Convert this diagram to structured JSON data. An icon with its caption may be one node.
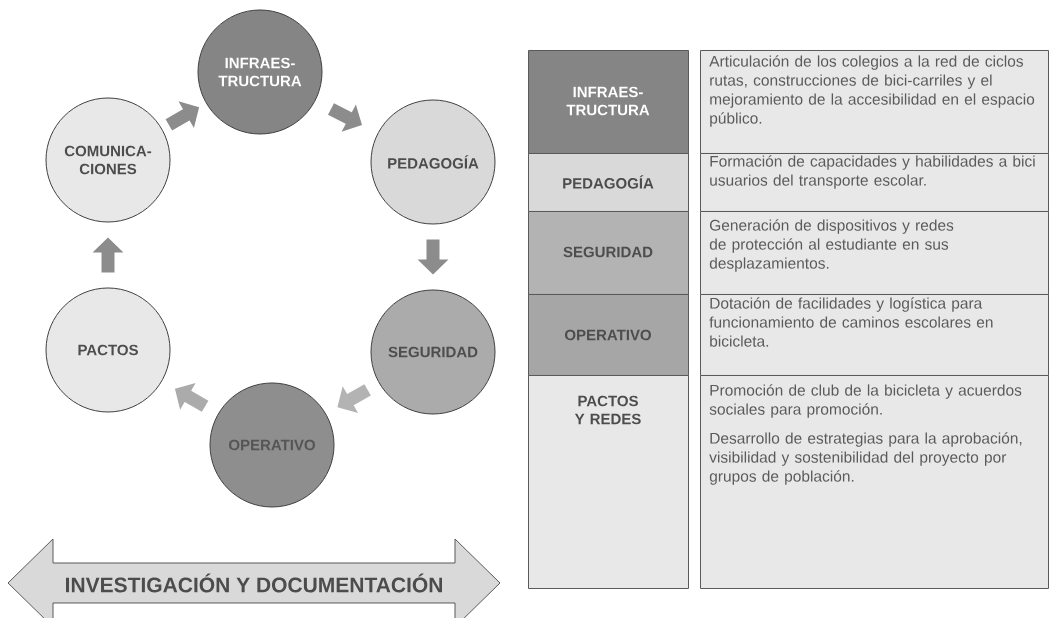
{
  "diagram": {
    "nodes": [
      {
        "text": [
          "INFRAES- TRUCTURA"
        ]
      },
      {
        "text": [
          "PEDAGOGÍA"
        ]
      },
      {
        "text": [
          "SEGURIDAD"
        ]
      },
      {
        "text": [
          "OPERATIVO"
        ]
      },
      {
        "text": [
          "PACTOS"
        ]
      },
      {
        "text": [
          "COMUNICA- CIONES"
        ]
      },
      {
        "text": [
          "INVESTIGACIÓN Y DOCUMENTACIÓN"
        ]
      },
      {
        "text": [
          "INFRAES- TRUCTURA"
        ]
      },
      {
        "text": [
          "Articulación de los colegios a la red de ciclos rutas, construcciones de bici-carriles y el mejoramiento de la accesibilidad en el espacio público."
        ]
      },
      {
        "text": [
          "PEDAGOGÍA"
        ]
      },
      {
        "text": [
          "Formación de capacidades y habilidades a bici usuarios del transporte escolar."
        ]
      },
      {
        "text": [
          "SEGURIDAD"
        ]
      },
      {
        "text": [
          "Generación de dispositivos y redes de protección al estudiante en sus desplazamientos."
        ]
      },
      {
        "text": [
          "OPERATIVO"
        ]
      },
      {
        "text": [
          "Dotación de facilidades y logística para funcionamiento de caminos escolares en bicicleta."
        ]
      },
      {
        "text": [
          "PACTOS Y REDES"
        ]
      },
      {
        "text": [
          "Promoción de club de la bicicleta y acuerdos sociales para promoción.",
          "Desarrollo de estrategias para la aprobación, visibilidad y sostenibilidad del proyecto por grupos de población."
        ]
      }
    ],
    "edges": [
      {
        "from": 5,
        "to": 0,
        "arrow": "to"
      },
      {
        "from": 0,
        "to": 1,
        "arrow": "to"
      },
      {
        "from": 1,
        "to": 2,
        "arrow": "to"
      },
      {
        "from": 2,
        "to": 3,
        "arrow": "to",
        "color": "#b3b3b3"
      },
      {
        "from": 3,
        "to": 4,
        "arrow": "to",
        "color": "#ababab"
      },
      {
        "from": 4,
        "to": 5,
        "arrow": "to"
      }
    ]
  }
}
